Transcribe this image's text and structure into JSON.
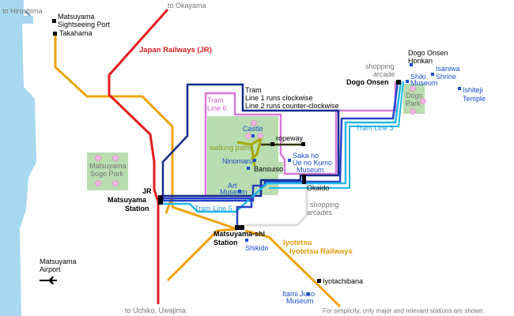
{
  "colors": {
    "sea": "#a8d8f0",
    "park": "#b9ddb0",
    "jr": "#e51c1c",
    "iyotetsu": "#f0a30a",
    "tram_navy": "#122a8c",
    "tram_blue": "#2442c8",
    "tram_cyan": "#23b8e8",
    "tram_pink": "#d87ad8",
    "ropeway": "#6f6f00",
    "walking": "#a8a800",
    "arcade": "#dcdcdc",
    "marker_blue": "#1c4fc8",
    "text_blue": "#1c4fc8"
  },
  "directions": {
    "hiroshima": "to Hiroshima",
    "okayama": "to Okayama",
    "uchiko": "to Uchiko, Uwajima"
  },
  "lines": {
    "jr": "Japan Railways (JR)",
    "iyotetsu": "Iyotetsu Railways",
    "tram6": "Tram Line 6",
    "tram5": "Tram Line 5",
    "tram3": "Tram Line 3",
    "tram_note": [
      "Tram",
      "Line 1 runs clockwise",
      "Line 2 runs counter-clockwise"
    ],
    "ropeway": "ropeway",
    "walking": "walking paths"
  },
  "stations": {
    "sightseeing_port": [
      "Matsuyama",
      "Sightseeing Port"
    ],
    "takahama": "Takahama",
    "dogo_onsen": "Dogo Onsen",
    "jr_matsuyama": [
      "JR",
      "Matsuyama",
      "Station"
    ],
    "matsuyama_shi": [
      "Matsuyama-shi",
      "Station"
    ],
    "okaido": "Okaido",
    "iyotachibana": "Iyotachibana"
  },
  "places": {
    "dogo_honkan": [
      "Dogo Onsen",
      "Honkan"
    ],
    "isaniwa": [
      "Isaniwa",
      "Shrine"
    ],
    "shiki": [
      "Shiki",
      "Museum"
    ],
    "ishiteji": [
      "Ishiteji",
      "Temple"
    ],
    "dogo_park": [
      "Dogo",
      "Park"
    ],
    "shopping_arcade_top": [
      "shopping",
      "arcade"
    ],
    "castle": "Castle",
    "ninomaru": "Ninomaru",
    "bansuiso": "Bansuiso",
    "saka_museum": [
      "Saka no",
      "Ue no Kumo",
      "Museum"
    ],
    "art_museum": [
      "Art",
      "Museum"
    ],
    "shopping_arcades": [
      "shopping",
      "arcades"
    ],
    "sogo_park": [
      "Matsuyama",
      "Sogo Park"
    ],
    "shikido": "Shikido",
    "airport": [
      "Matsuyama",
      "Airport"
    ],
    "itami": [
      "Itami Juzo",
      "Museum"
    ]
  },
  "note": "For simplicity, only major and relevant stations are shown.",
  "icons": [
    "sakura-icon",
    "airplane-icon",
    "station-marker"
  ]
}
